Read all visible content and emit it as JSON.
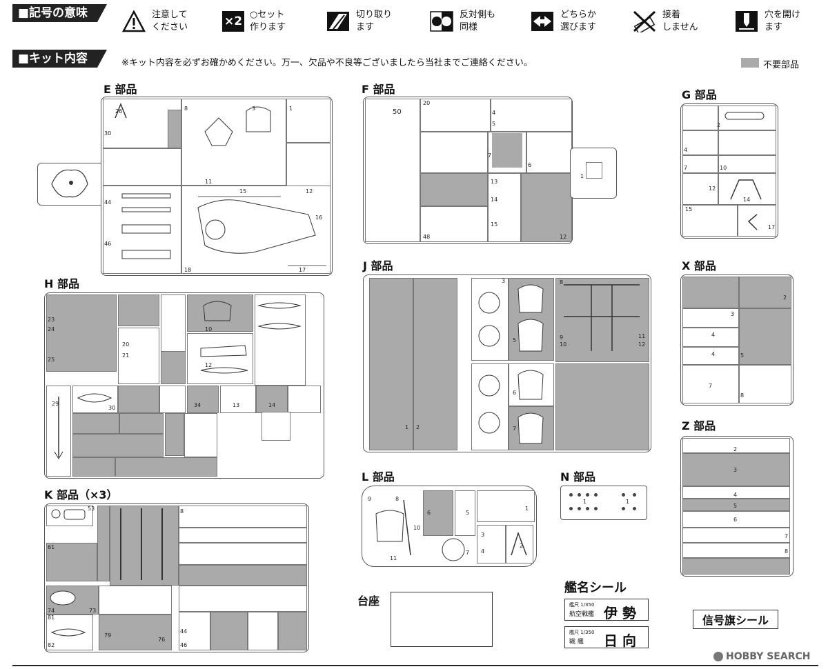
{
  "legend": {
    "header": "■記号の意味",
    "items": [
      {
        "icon": "warning-triangle-icon",
        "text": "注意して\nください"
      },
      {
        "icon": "times-two-icon",
        "text": "○セット\n作ります"
      },
      {
        "icon": "cut-icon",
        "text": "切り取り\nます"
      },
      {
        "icon": "opposite-side-icon",
        "text": "反対側も\n同様"
      },
      {
        "icon": "choose-either-icon",
        "text": "どちらか\n選びます"
      },
      {
        "icon": "no-glue-icon",
        "text": "接着\nしません"
      },
      {
        "icon": "drill-hole-icon",
        "text": "穴を開け\nます"
      }
    ],
    "mark": "×2"
  },
  "kit": {
    "header": "■キット内容",
    "notice": "※キット内容を必ずお確かめください。万一、欠品や不良等ございましたら当社までご連絡ください。",
    "unused_label": "不要部品",
    "unused_color": "#aaaaaa"
  },
  "sections": {
    "E": "E 部品",
    "F": "F 部品",
    "G": "G 部品",
    "H": "H 部品",
    "J": "J 部品",
    "X": "X 部品",
    "Z": "Z 部品",
    "K": "K 部品（×3）",
    "L": "L 部品",
    "N": "N 部品"
  },
  "stand_label": "台座",
  "nameplate": {
    "title": "艦名シール",
    "top_small": "艦尺 1/350",
    "top_type": "航空戦艦",
    "top_name": "伊 勢",
    "bottom_small": "艦尺 1/350",
    "bottom_type": "戦 艦",
    "bottom_name": "日 向"
  },
  "flag_sticker": "信号旗シール",
  "watermark": "HOBBY SEARCH"
}
